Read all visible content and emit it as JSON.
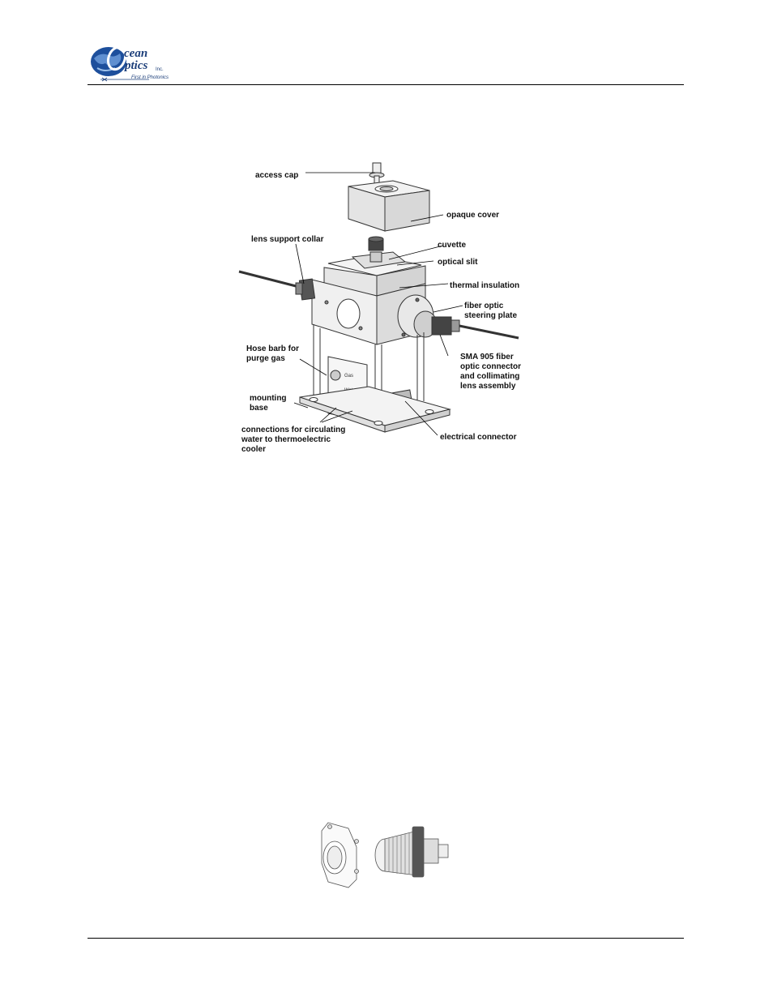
{
  "header": {
    "logo": {
      "word1": "cean",
      "word2": "ptics",
      "suffix": "Inc.",
      "tagline": "First in Photonics"
    }
  },
  "figure1": {
    "labels": {
      "access_cap": "access cap",
      "opaque_cover": "opaque cover",
      "lens_support_collar": "lens support collar",
      "cuvette": "cuvette",
      "optical_slit": "optical slit",
      "thermal_insulation": "thermal insulation",
      "fiber_optic_line1": "fiber optic",
      "fiber_optic_line2": "steering plate",
      "hose_barb_line1": "Hose barb for",
      "hose_barb_line2": "purge gas",
      "sma_line1": "SMA 905 fiber",
      "sma_line2": "optic connector",
      "sma_line3": "and collimating",
      "sma_line4": "lens assembly",
      "mounting_line1": "mounting",
      "mounting_line2": "base",
      "connections_line1": "connections for circulating",
      "connections_line2": "water to thermoelectric",
      "connections_line3": "cooler",
      "electrical_connector": "electrical connector",
      "panel_gas": "Gas",
      "panel_water": "Water"
    }
  }
}
